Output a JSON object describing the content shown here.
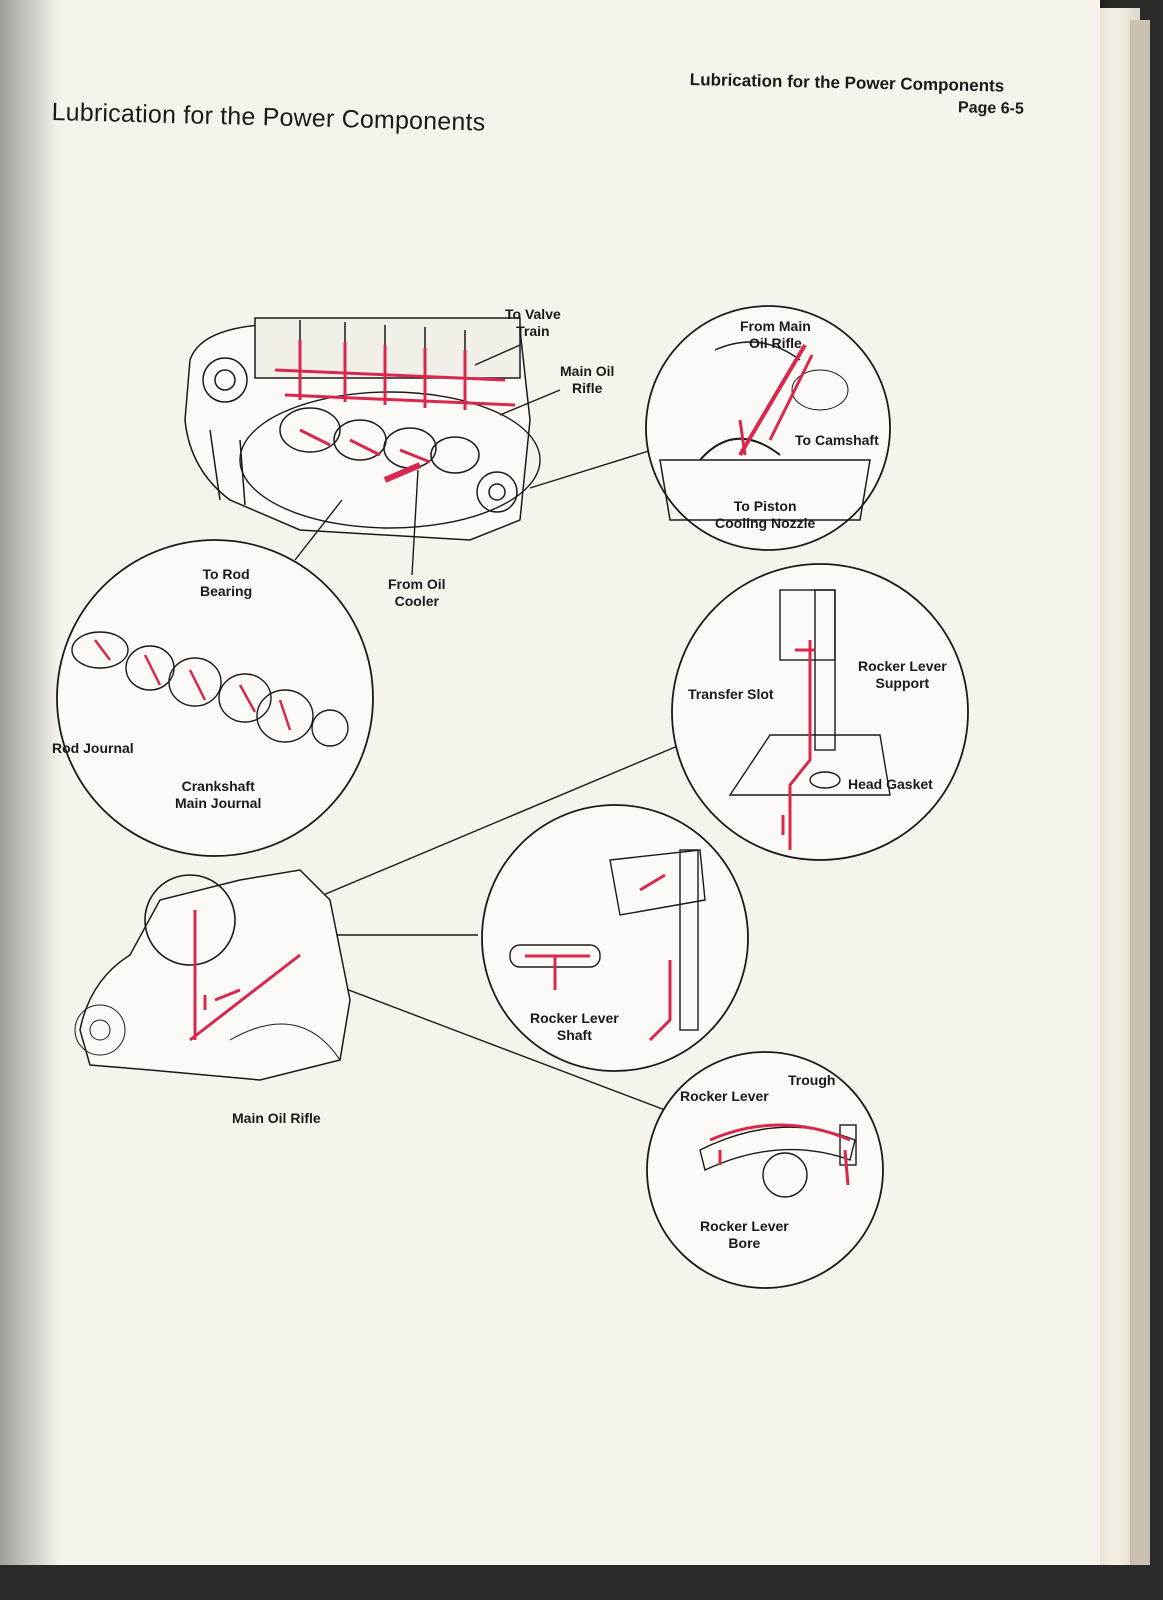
{
  "header": {
    "title_left": "Lubrication for the Power Components",
    "title_right": "Lubrication for the Power Components",
    "page_number": "Page 6-5"
  },
  "labels": {
    "to_valve_train": "To Valve\nTrain",
    "main_oil_rifle_top": "Main Oil\nRifle",
    "from_oil_cooler": "From Oil\nCooler",
    "from_main_oil_rifle": "From Main\nOil Rifle",
    "to_camshaft": "To Camshaft",
    "to_piston_cooling_nozzle": "To Piston\nCooling Nozzle",
    "to_rod_bearing": "To Rod\nBearing",
    "rod_journal": "Rod Journal",
    "crankshaft_main_journal": "Crankshaft\nMain Journal",
    "rocker_lever_support": "Rocker Lever\nSupport",
    "transfer_slot": "Transfer Slot",
    "head_gasket": "Head Gasket",
    "rocker_lever_shaft": "Rocker Lever\nShaft",
    "main_oil_rifle_bottom": "Main Oil Rifle",
    "trough": "Trough",
    "rocker_lever": "Rocker Lever",
    "rocker_lever_bore": "Rocker Lever\nBore"
  },
  "colors": {
    "oil_path": "#d8284f",
    "ink": "#1a1a1a",
    "paper": "#f6f3ec"
  }
}
